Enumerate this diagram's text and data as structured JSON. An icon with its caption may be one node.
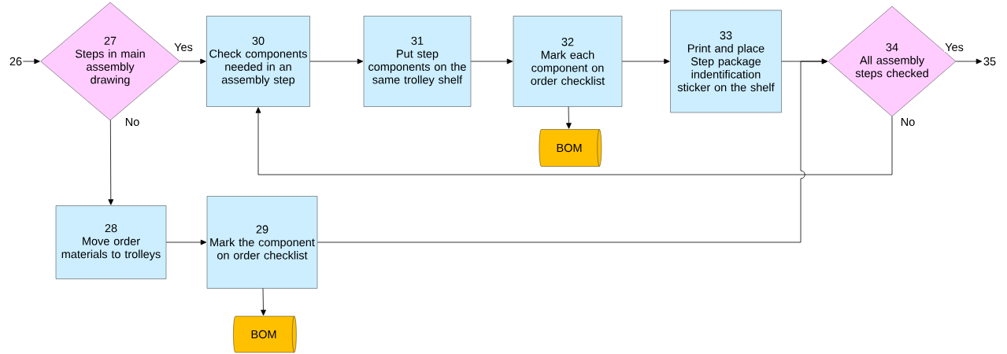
{
  "diagram": {
    "nodes": [
      {
        "text": [
          "26"
        ]
      },
      {
        "text": [
          "27",
          "Steps in main assembly drawing"
        ]
      },
      {
        "text": [
          "30",
          "Check components needed in an assembly step"
        ]
      },
      {
        "text": [
          "31",
          "Put step components on the same trolley shelf"
        ]
      },
      {
        "text": [
          "32",
          "Mark each component on order checklist"
        ]
      },
      {
        "text": [
          "33",
          "Print and place Step package indentification sticker on the shelf"
        ]
      },
      {
        "text": [
          "34",
          "All assembly steps checked"
        ]
      },
      {
        "text": [
          "35"
        ]
      },
      {
        "text": [
          "BOM"
        ]
      },
      {
        "text": [
          "28",
          "Move order materials to trolleys"
        ]
      },
      {
        "text": [
          "29",
          "Mark the component on order checklist"
        ]
      },
      {
        "text": [
          "BOM"
        ]
      }
    ],
    "edges": [
      {
        "from": 0,
        "to": 1,
        "arrow": "to"
      },
      {
        "from": 1,
        "to": 2,
        "arrow": "to",
        "label": "Yes"
      },
      {
        "from": 2,
        "to": 3,
        "arrow": "to"
      },
      {
        "from": 3,
        "to": 4,
        "arrow": "to"
      },
      {
        "from": 4,
        "to": 5,
        "arrow": "to"
      },
      {
        "from": 5,
        "to": 6,
        "arrow": "to"
      },
      {
        "from": 6,
        "to": 7,
        "arrow": "to",
        "label": "Yes"
      },
      {
        "from": 6,
        "to": 2,
        "arrow": "to",
        "label": "No"
      },
      {
        "from": 1,
        "to": 9,
        "arrow": "to",
        "label": "No"
      },
      {
        "from": 9,
        "to": 10,
        "arrow": "to"
      },
      {
        "from": 10,
        "to": 6,
        "arrow": "to"
      },
      {
        "from": 4,
        "to": 8,
        "arrow": "to"
      },
      {
        "from": 10,
        "to": 11,
        "arrow": "to"
      }
    ]
  }
}
